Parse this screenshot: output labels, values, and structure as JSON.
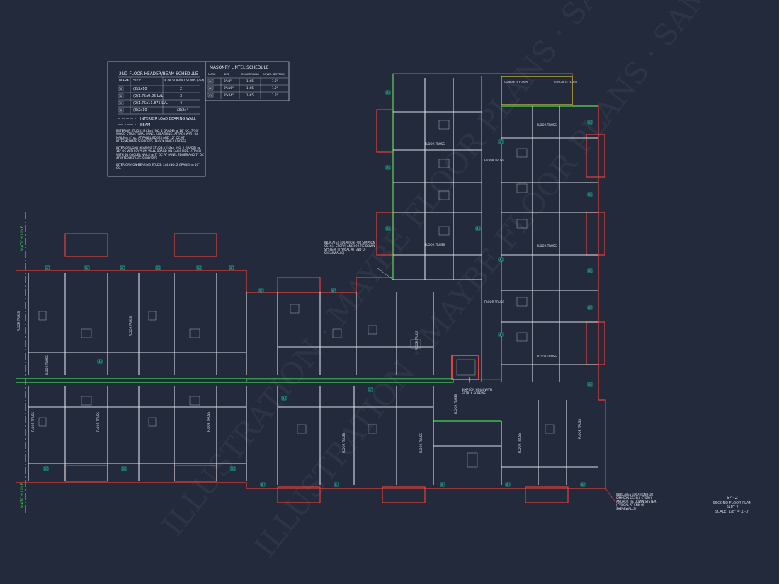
{
  "header_schedule": {
    "title": "2ND FLOOR HEADER/BEAM SCHEDULE",
    "col_mark": "MARK",
    "col_size": "SIZE",
    "col_studs": "# OF SUPPORT STUDS (2x4)",
    "rows": [
      {
        "mark": "A",
        "size": "(2)2x10",
        "studs": "2"
      },
      {
        "mark": "B",
        "size": "(2)1.75x9.25 LVL",
        "studs": "3"
      },
      {
        "mark": "C",
        "size": "(2)1.75x11.875 LVL",
        "studs": "4"
      },
      {
        "mark": "D",
        "size": "(3)2x10",
        "studs": "(3)2x4"
      }
    ],
    "legend_wall": "INTERIOR LOAD BEARING WALL",
    "legend_beam": "BEAM",
    "note1": "EXTERIOR STUDS: (2) 2x4 (NO. 2 GRADE) @ 16\" OC. 7/16\" WOOD STRUCTURAL PANEL SHEATHING. ATTACH WITH 8d NAILS @ 4\" oc. AT PANEL EDGES AND 12\" OC AT INTERMEDIATE SUPPORTS (BLOCK PANEL EDGES).",
    "note2": "INTERIOR LOAD BEARING STUDS: (2) 2x4 (NO. 2 GRADE) @ 16\" OC WITH GYPSUM WALL BOARD ON EACH SIDE. ATTACH WITH 5d COOLER NAILS @ 7\" OC AT PANEL EDGES AND 7\" OC AT INTERMEDIATE SUPPORTS.",
    "note3": "INTERIOR NON-BEARING STUDS: 2x4 (NO. 2 GRADE) @ 16\" OC."
  },
  "lintel_schedule": {
    "title": "MASONRY LINTEL SCHEDULE",
    "col_mark": "MARK",
    "col_size": "SIZE",
    "col_reinf": "REINFORCING",
    "col_cover": "COVER (BOTTOM)",
    "rows": [
      {
        "mark": "L1",
        "size": "8\"x8\"",
        "reinf": "1-#5",
        "cover": "1.5\""
      },
      {
        "mark": "L2",
        "size": "8\"x16\"",
        "reinf": "1-#5",
        "cover": "1.5\""
      },
      {
        "mark": "L3",
        "size": "8\"x24\"",
        "reinf": "1-#5",
        "cover": "1.5\""
      }
    ]
  },
  "labels": {
    "match_line": "MATCH LINE",
    "floor_truss": "FLOOR TRUSS",
    "concrete_floor": "CONCRETE FLOOR",
    "note_hd_top": "INDICATES LOCATION FOR SIMPSON CS16(4-STORY) ANCHOR TIE DOWN SYSTEM. (TYPICAL AT END OF SHEARWALLS)",
    "note_simpson": "SIMPSON HDU4 WITH SSTB16 SCREWS",
    "note_hd_bottom": "INDICATES LOCATION FOR SIMPSON CS16(4-STORY) ANCHOR TIE DOWN SYSTEM. (TYPICAL AT END OF SHEARWALLS)"
  },
  "title_block": {
    "sheet": "S4-2",
    "name": "SECOND FLOOR PLAN",
    "part": "PART 2",
    "scale": "SCALE: 1/8\" = 1'-0\""
  },
  "watermark": "ILLUSTRATION · MAYBE FLOOR PLANS · SAMPLE"
}
